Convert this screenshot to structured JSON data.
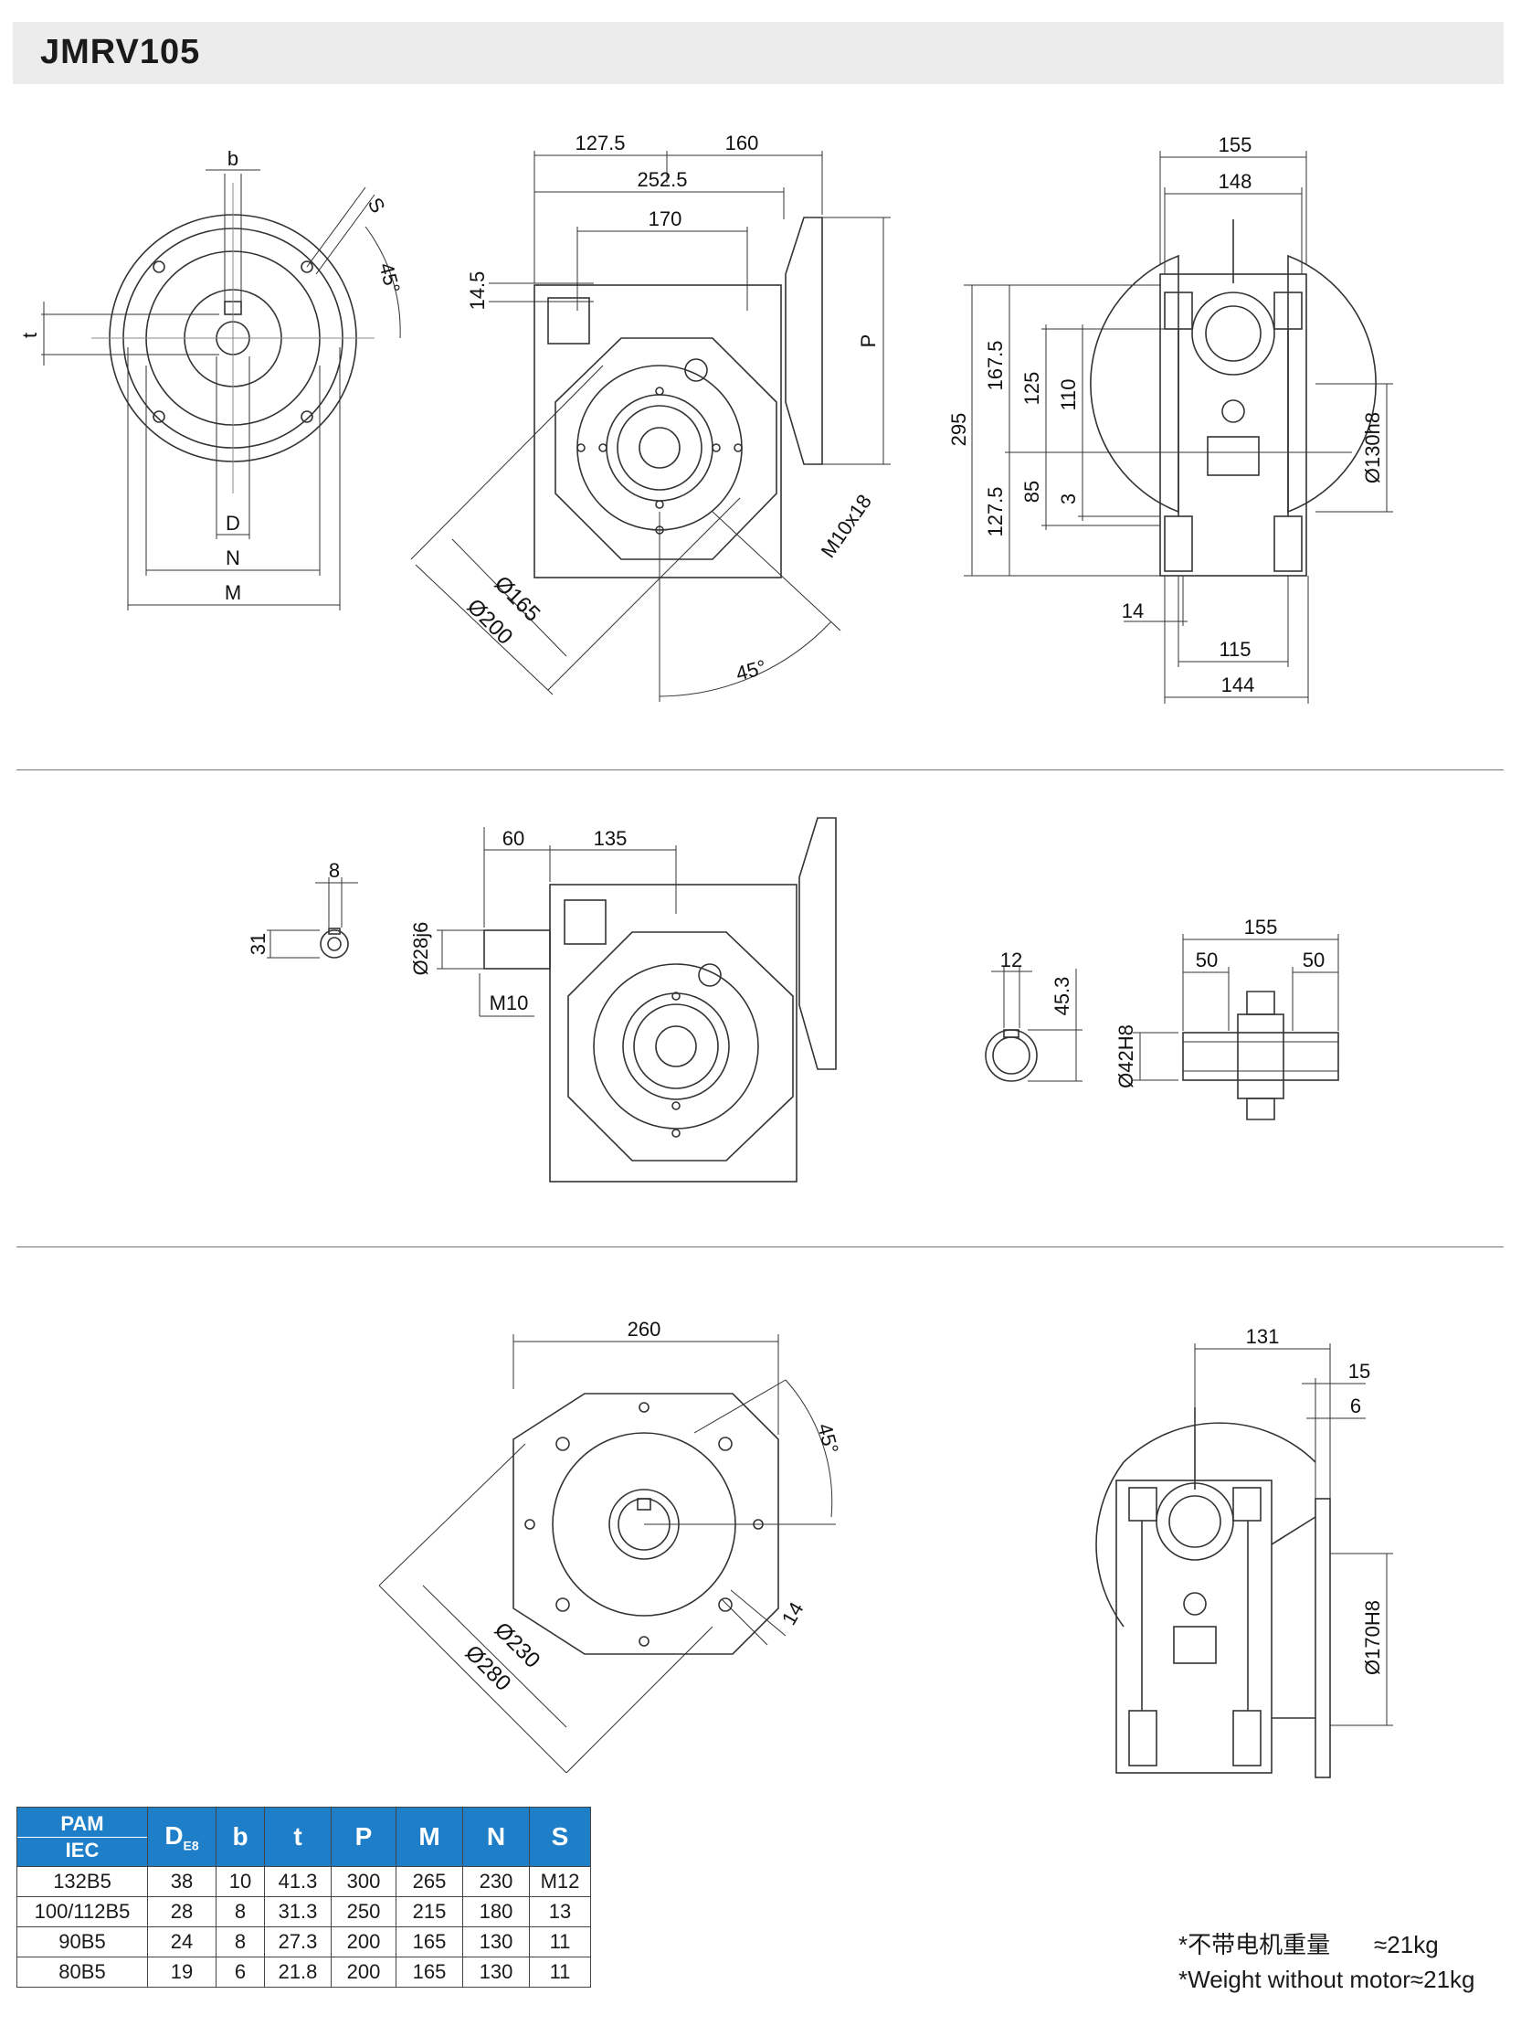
{
  "header": {
    "title": "JMRV105"
  },
  "view1_labels": {
    "b": "b",
    "s": "S",
    "angle": "45°",
    "t": "t",
    "d": "D",
    "n": "N",
    "m": "M"
  },
  "view2_labels": {
    "d1": "127.5",
    "d2": "160",
    "d3": "252.5",
    "d4": "170",
    "d5": "14.5",
    "p": "P",
    "thread": "M10x18",
    "dia1": "Ø165",
    "dia2": "Ø200",
    "angle": "45°"
  },
  "view3_labels": {
    "w1": "155",
    "w2": "148",
    "h1": "295",
    "h2": "167.5",
    "h3": "125",
    "h4": "110",
    "h5": "127.5",
    "h6": "85",
    "h7": "3",
    "dia": "Ø130h8",
    "b1": "14",
    "b2": "115",
    "b3": "144"
  },
  "view4_labels": {
    "key": "8",
    "height": "31"
  },
  "view5_labels": {
    "l1": "60",
    "l2": "135",
    "dia": "Ø28j6",
    "thread": "M10"
  },
  "view6_labels": {
    "key": "12",
    "height": "45.3"
  },
  "view7_labels": {
    "w": "155",
    "l1": "50",
    "l2": "50",
    "dia": "Ø42H8"
  },
  "view8_labels": {
    "w": "260",
    "angle": "45°",
    "d1": "Ø230",
    "d2": "Ø280",
    "hole": "14"
  },
  "view9_labels": {
    "w1": "131",
    "w2": "15",
    "w3": "6",
    "dia": "Ø170H8"
  },
  "table": {
    "head_pam": "PAM",
    "head_iec": "IEC",
    "head_d": "D",
    "head_d_sub": "E8",
    "headers": [
      "b",
      "t",
      "P",
      "M",
      "N",
      "S"
    ],
    "rows": [
      [
        "132B5",
        "38",
        "10",
        "41.3",
        "300",
        "265",
        "230",
        "M12"
      ],
      [
        "100/112B5",
        "28",
        "8",
        "31.3",
        "250",
        "215",
        "180",
        "13"
      ],
      [
        "90B5",
        "24",
        "8",
        "27.3",
        "200",
        "165",
        "130",
        "11"
      ],
      [
        "80B5",
        "19",
        "6",
        "21.8",
        "200",
        "165",
        "130",
        "11"
      ]
    ]
  },
  "weight": {
    "cn_label": "*不带电机重量",
    "cn_value": "≈21kg",
    "en_label": "*Weight without motor",
    "en_value": "≈21kg"
  }
}
